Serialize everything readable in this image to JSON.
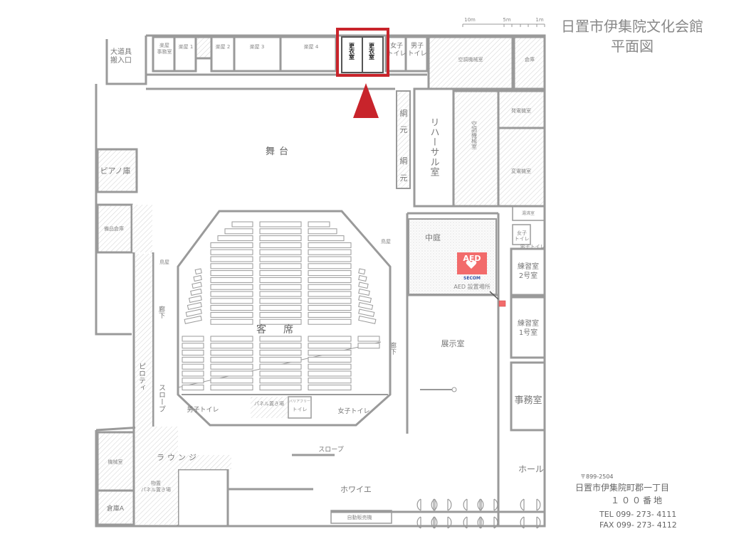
{
  "title": {
    "name": "日置市伊集院文化会館",
    "subtitle": "平面図"
  },
  "scale_bar": [
    "10m",
    "5m",
    "1m"
  ],
  "colors": {
    "highlight": "#c8242b",
    "aed": "#f26b6b",
    "wall": "#9a9a9a"
  },
  "rooms": {
    "loading_dock": [
      "大道具",
      "搬入口"
    ],
    "dressing_office": [
      "楽屋",
      "事務室"
    ],
    "dressing_1": "楽屋 1",
    "dressing_2": "楽屋 2",
    "dressing_3": "楽屋 3",
    "dressing_4": "楽屋 4",
    "changing_room_a": "更衣室",
    "changing_room_b": "更衣室",
    "womens_toilet_top": [
      "女子",
      "トイレ"
    ],
    "mens_toilet_top": [
      "男子",
      "トイレ"
    ],
    "ac_machine_top": "空調機械室",
    "storage": "倉庫",
    "generator": "発電機室",
    "transformer": "変電機室",
    "ac_machine_side": "空調機械室",
    "rehearsal": "リハーサル室",
    "fly_gallery": [
      "綱",
      "元",
      "綱",
      "元"
    ],
    "stage": "舞台",
    "piano_storage": "ピアノ庫",
    "equipment_storage": "備品倉庫",
    "torigoya_left": "鳥屋",
    "torigoya_right": "鳥屋",
    "corridor_left": "廊下",
    "corridor_right": "廊下",
    "piloti": "ピロティ",
    "slope_left": "スロープ",
    "seating": "客席",
    "mens_toilet": "男子トイレ",
    "panel_storage": "パネル置き場",
    "barrier_free_toilet": [
      "バリアフリー",
      "トイレ"
    ],
    "womens_toilet": "女子トイレ",
    "slope_bottom": "スロープ",
    "lounge": "ラウンジ",
    "machine_room": "機械室",
    "storage_a": "倉庫A",
    "goods_panel_storage": [
      "物置",
      "パネル置き場"
    ],
    "foyer": "ホワイエ",
    "vending": "自動販売機",
    "courtyard": "中庭",
    "exhibition": "展示室",
    "kitchenette": "湯沸室",
    "womens_toilet_right": [
      "女子",
      "トイレ"
    ],
    "mens_toilet_right": "男子トイレ",
    "practice_2": [
      "練習室",
      "2号室"
    ],
    "practice_1": [
      "練習室",
      "1号室"
    ],
    "office": "事務室",
    "hall": "ホール"
  },
  "aed": {
    "sign": "AED",
    "brand": "SECOM",
    "label": "AED 設置場所"
  },
  "address": {
    "postal": "〒899-2504",
    "line1": "日置市伊集院町郡一丁目",
    "line2": "１００番地",
    "tel": "TEL  099- 273- 4111",
    "fax": "FAX  099- 273- 4112"
  }
}
